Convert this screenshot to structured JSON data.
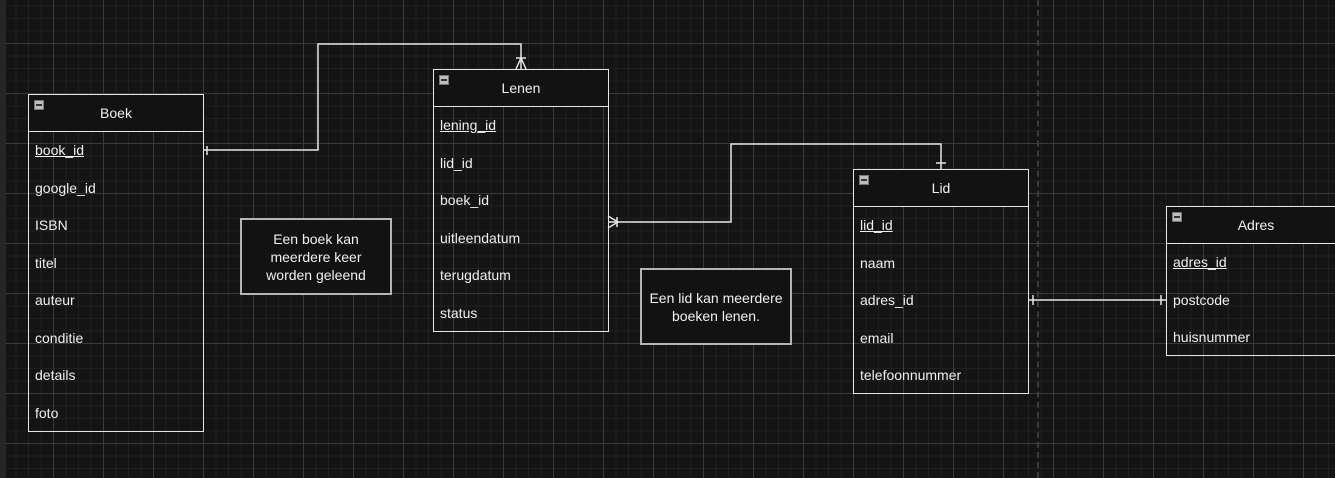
{
  "canvas": {
    "background": "#141414",
    "line_color": "#e6e6e6"
  },
  "entities": {
    "boek": {
      "title": "Boek",
      "fields": [
        {
          "name": "book_id",
          "pk": true
        },
        {
          "name": "google_id"
        },
        {
          "name": "ISBN"
        },
        {
          "name": "titel"
        },
        {
          "name": "auteur"
        },
        {
          "name": "conditie"
        },
        {
          "name": "details"
        },
        {
          "name": "foto"
        }
      ]
    },
    "lenen": {
      "title": "Lenen",
      "fields": [
        {
          "name": "lening_id",
          "pk": true
        },
        {
          "name": "lid_id"
        },
        {
          "name": "boek_id"
        },
        {
          "name": "uitleendatum"
        },
        {
          "name": "terugdatum"
        },
        {
          "name": "status"
        }
      ]
    },
    "lid": {
      "title": "Lid",
      "fields": [
        {
          "name": "lid_id",
          "pk": true
        },
        {
          "name": "naam"
        },
        {
          "name": "adres_id"
        },
        {
          "name": "email"
        },
        {
          "name": "telefoonnummer"
        }
      ]
    },
    "adres": {
      "title": "Adres",
      "fields": [
        {
          "name": "adres_id",
          "pk": true
        },
        {
          "name": "postcode"
        },
        {
          "name": "huisnummer"
        }
      ]
    }
  },
  "notes": {
    "boek_note": "Een boek kan meerdere keer worden geleend",
    "lid_note": "Een lid kan meerdere boeken lenen."
  },
  "relationships": [
    {
      "from": "Boek.book_id",
      "to": "Lenen",
      "from_end": "one",
      "to_end": "many"
    },
    {
      "from": "Lid",
      "to": "Lenen.uitleendatum",
      "from_end": "one",
      "to_end": "many"
    },
    {
      "from": "Lid.adres_id",
      "to": "Adres.postcode",
      "from_end": "one",
      "to_end": "one"
    }
  ]
}
